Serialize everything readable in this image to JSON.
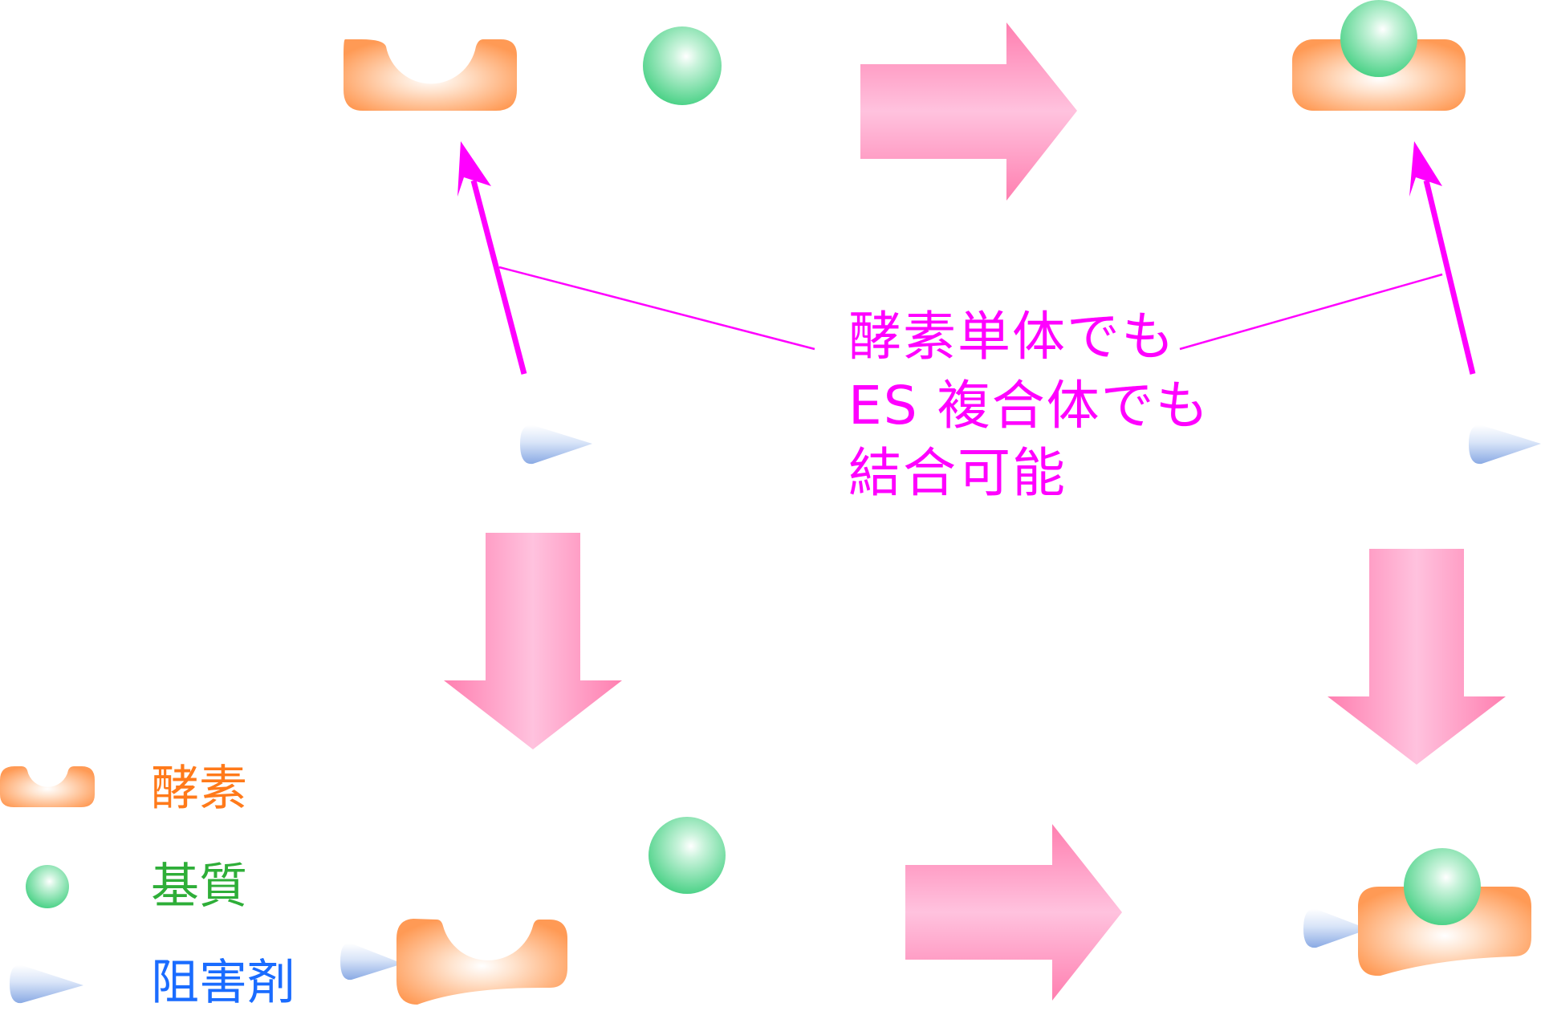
{
  "annotation": {
    "lines": [
      "酵素単体でも",
      "ES 複合体でも",
      "結合可能"
    ],
    "color": "#ff00ff"
  },
  "legend": {
    "enzyme_label": "酵素",
    "substrate_label": "基質",
    "inhibitor_label": "阻害剤"
  },
  "colors": {
    "enzyme": "#ff9a55",
    "substrate": "#4fd68a",
    "inhibitor": "#8fb0e6",
    "process_arrow": "#ff7fb0",
    "binding_arrow": "#ff00ff",
    "legend_enzyme": "#ff7a1a",
    "legend_substrate": "#2eae38",
    "legend_inhibitor": "#1a6cff"
  },
  "icons": [
    "enzyme-icon",
    "substrate-icon",
    "inhibitor-icon",
    "process-arrow-icon",
    "binding-arrow-icon"
  ]
}
